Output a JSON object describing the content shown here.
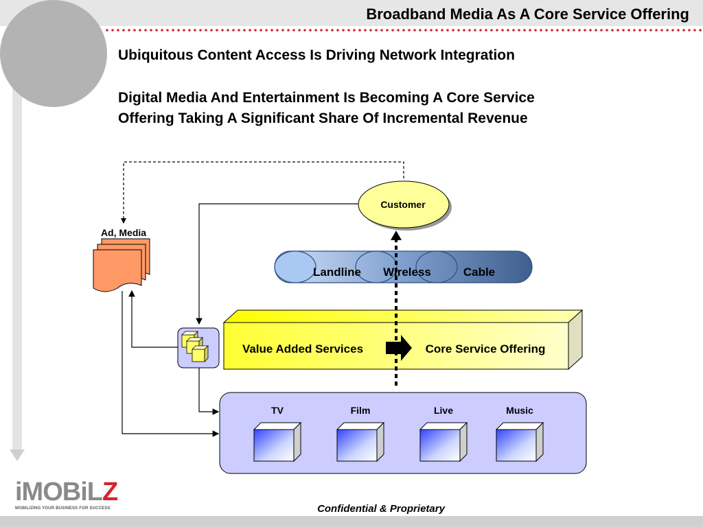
{
  "header": {
    "title": "Broadband Media As A Core Service Offering"
  },
  "headlines": {
    "line1": "Ubiquitous Content Access Is Driving Network Integration",
    "line2": "Digital Media And Entertainment Is Becoming A Core Service",
    "line3": "Offering Taking A Significant Share Of Incremental Revenue"
  },
  "diagram": {
    "customer": "Customer",
    "ad_media": "Ad, Media",
    "networks": [
      "Landline",
      "Wireless",
      "Cable"
    ],
    "value_added": "Value Added Services",
    "core_service": "Core Service Offering",
    "media_types": [
      "TV",
      "Film",
      "Live",
      "Music"
    ]
  },
  "footer": {
    "confidential": "Confidential & Proprietary"
  },
  "logo": {
    "name_main": "iMOBiL",
    "name_z": "Z",
    "tagline": "MOBILIZING YOUR BUSINESS FOR SUCCESS"
  },
  "colors": {
    "accent_red": "#d8232a",
    "network_blue": "#5a7fb5",
    "customer_yellow": "#ffff99",
    "value_yellow": "#ffff66",
    "media_panel": "#ccccff",
    "ad_orange": "#ff9966"
  }
}
